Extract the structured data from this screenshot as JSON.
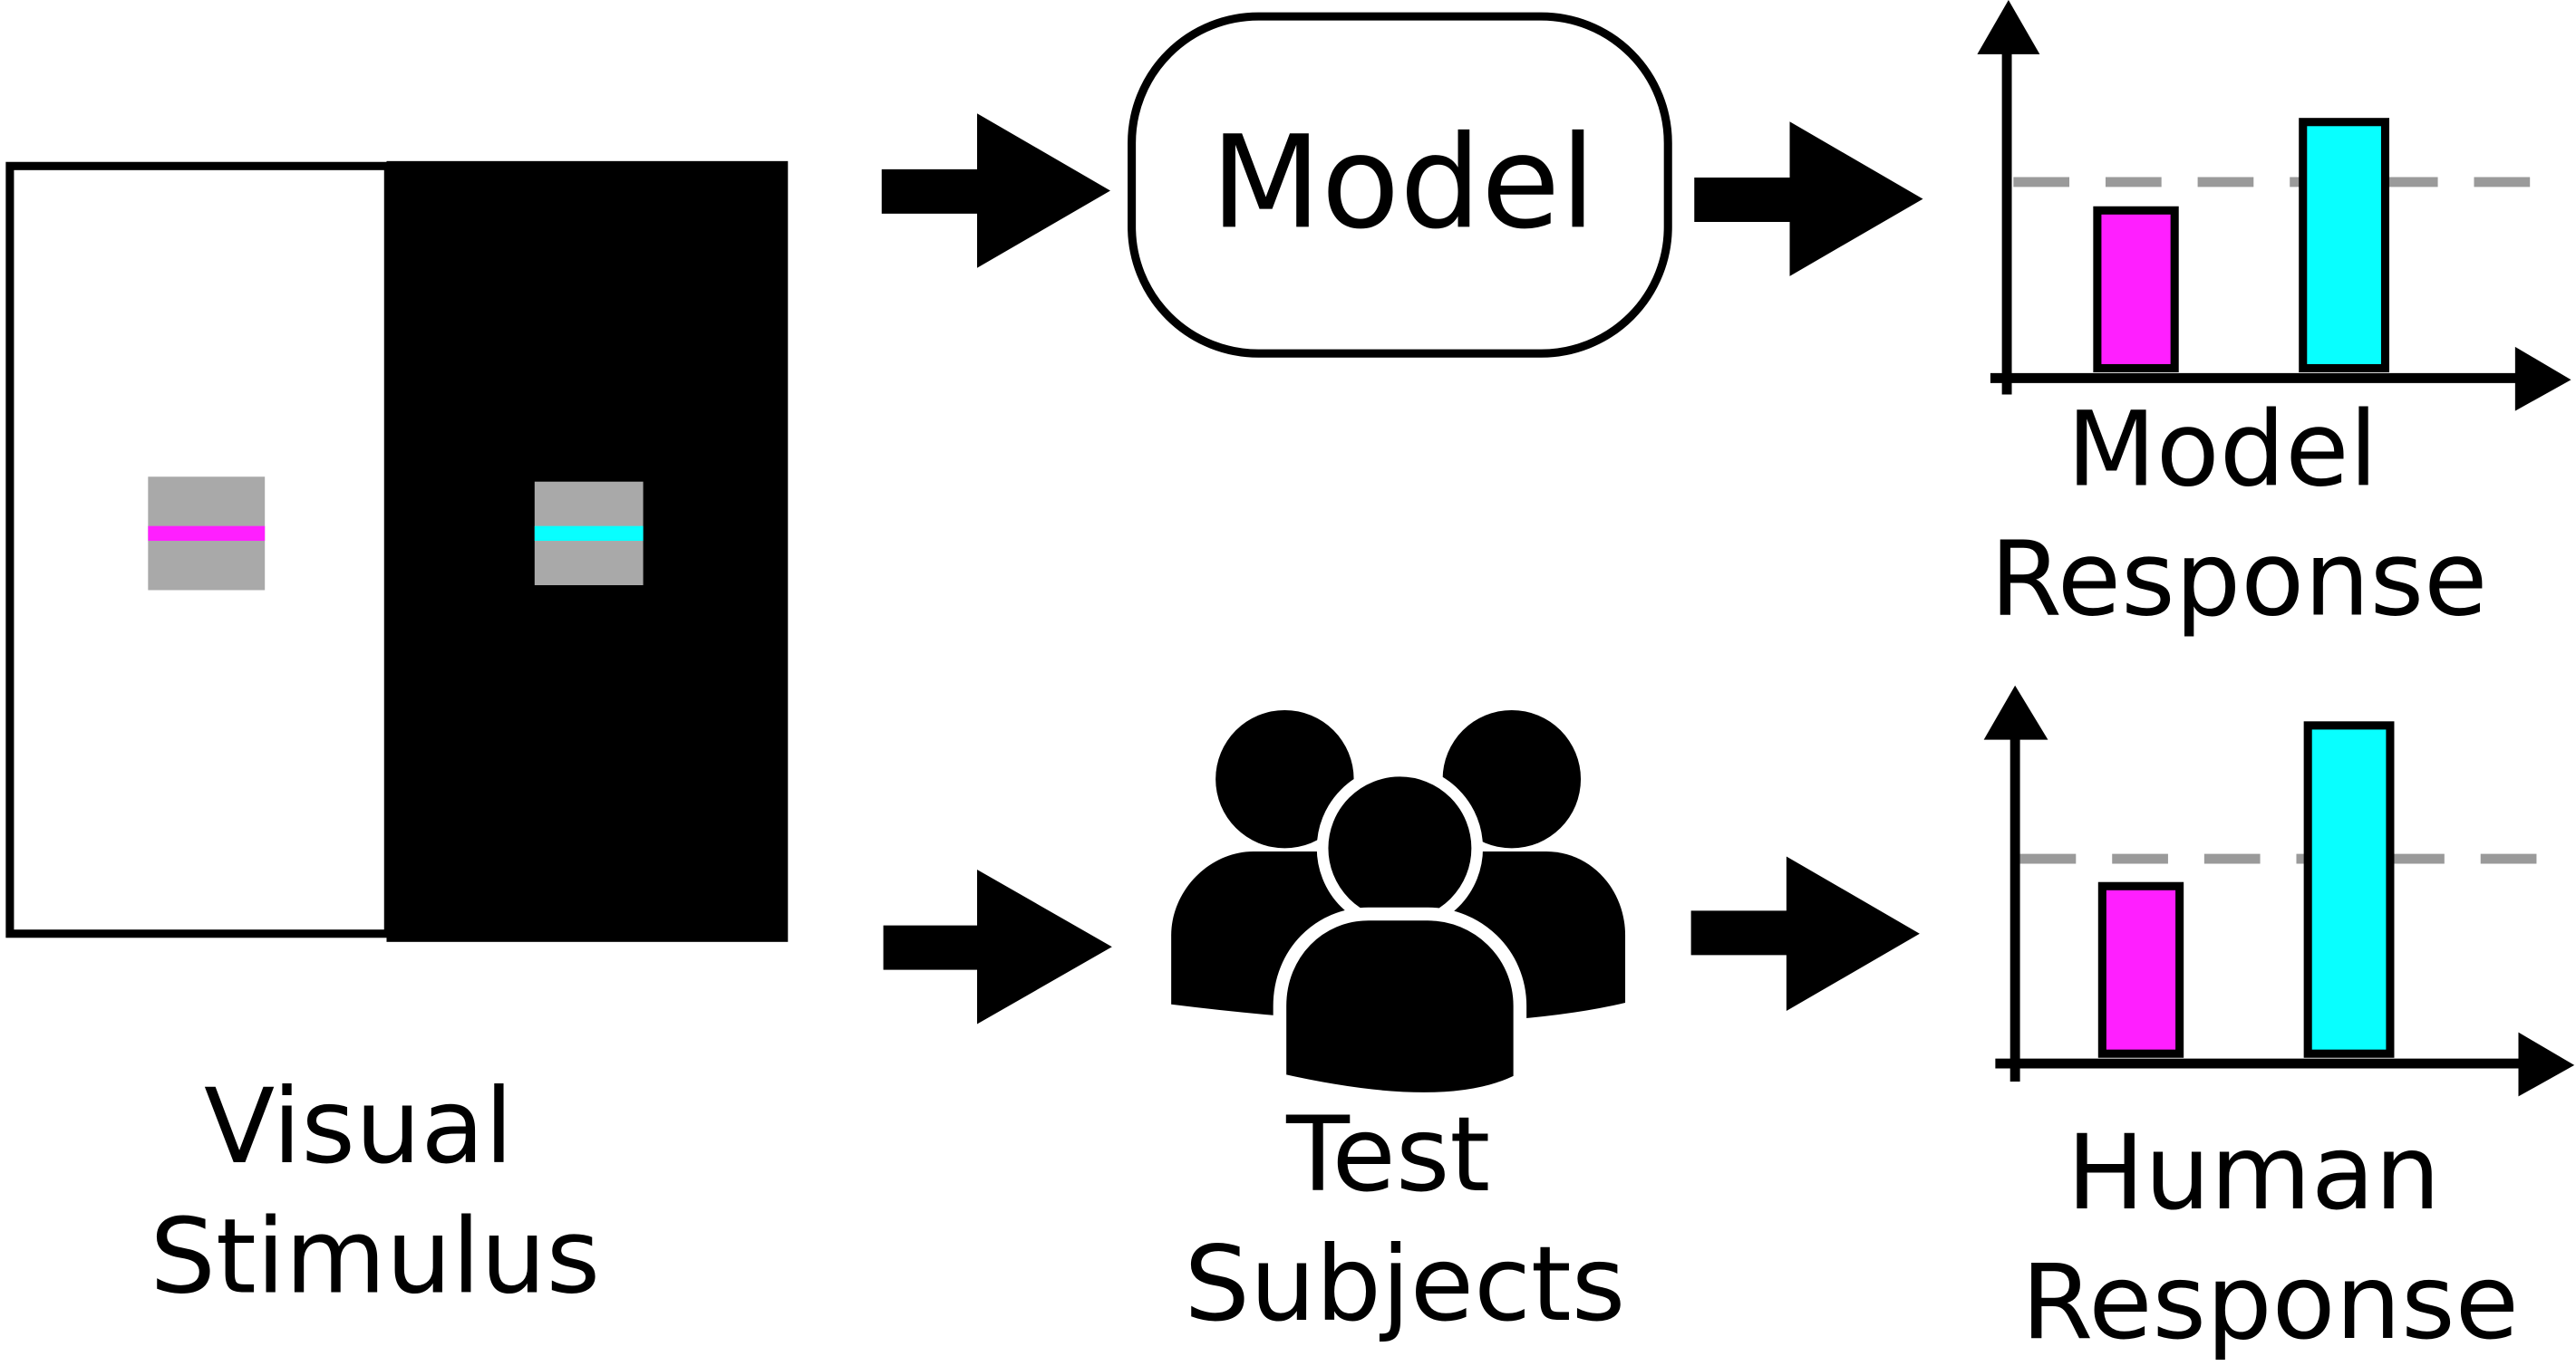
{
  "stimulus": {
    "label_lines": [
      "Visual",
      "Stimulus"
    ],
    "colors": {
      "left_panel": "#ffffff",
      "right_panel": "#000000",
      "patch": "#a9a9a9",
      "left_line": "#ff1fff",
      "right_line": "#08ffff"
    }
  },
  "model_box": {
    "label": "Model"
  },
  "subjects": {
    "label_lines": [
      "Test",
      "Subjects"
    ],
    "icon": "people-group-icon"
  },
  "model_response": {
    "label_lines": [
      "Model",
      "Response"
    ],
    "chart_data": {
      "type": "bar",
      "categories": [
        "magenta",
        "cyan"
      ],
      "values": [
        0.5,
        0.78
      ],
      "reference_line": 0.59,
      "colors": [
        "#ff1fff",
        "#08ffff"
      ],
      "reference_color": "#9a9a9a",
      "ylim": [
        0,
        1
      ]
    }
  },
  "human_response": {
    "label_lines": [
      "Human",
      "Response"
    ],
    "chart_data": {
      "type": "bar",
      "categories": [
        "magenta",
        "cyan"
      ],
      "values": [
        0.49,
        0.96
      ],
      "reference_line": 0.57,
      "colors": [
        "#ff1fff",
        "#08ffff"
      ],
      "reference_color": "#9a9a9a",
      "ylim": [
        0,
        1
      ]
    }
  }
}
